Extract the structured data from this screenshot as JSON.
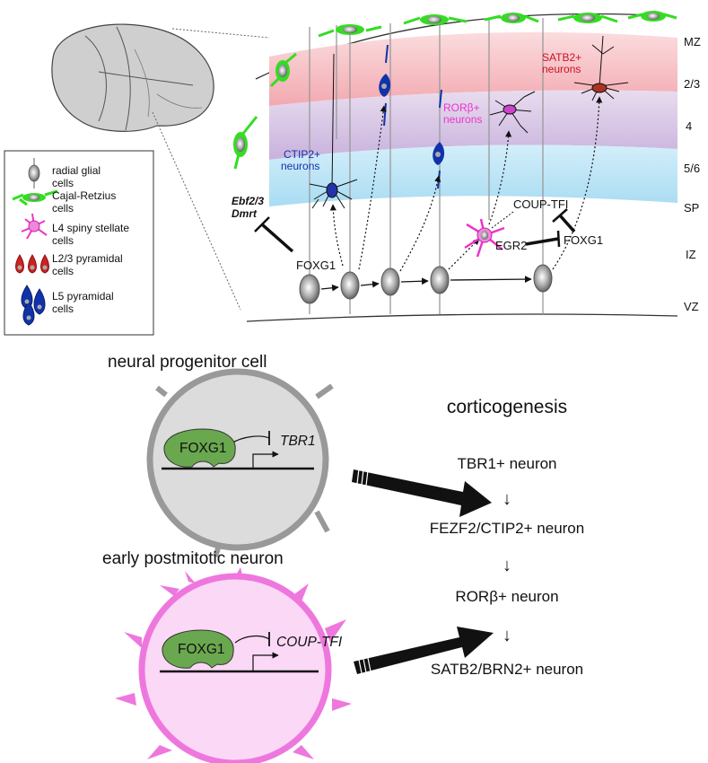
{
  "zones": [
    "MZ",
    "2/3",
    "4",
    "5/6",
    "SP",
    "IZ",
    "VZ"
  ],
  "legend": [
    {
      "l1": "radial glial",
      "l2": "cells"
    },
    {
      "l1": "Cajal-Retzius",
      "l2": "cells"
    },
    {
      "l1": "L4 spiny stellate",
      "l2": "cells"
    },
    {
      "l1": "L2/3 pyramidal",
      "l2": "cells"
    },
    {
      "l1": "L5 pyramidal",
      "l2": "cells"
    }
  ],
  "labels": {
    "satb2_1": "SATB2+",
    "satb2_2": "neurons",
    "ror_1": "RORβ+",
    "ror_2": "neurons",
    "ctip_1": "CTIP2+",
    "ctip_2": "neurons",
    "ebf": "Ebf2/3",
    "dmrt": "Dmrt",
    "foxg1_left": "FOXG1",
    "coup": "COUP-TFI",
    "egr2": "EGR2",
    "foxg1_right": "FOXG1"
  },
  "bottom": {
    "npc_title": "neural progenitor cell",
    "npc_protein": "FOXG1",
    "npc_gene": "TBR1",
    "epn_title": "early postmitotic neuron",
    "epn_protein": "FOXG1",
    "epn_gene": "COUP-TFI",
    "cortico_title": "corticogenesis",
    "steps": [
      "TBR1+ neuron",
      "FEZF2/CTIP2+ neuron",
      "RORβ+ neuron",
      "SATB2/BRN2+ neuron"
    ],
    "step_arrow": "↓"
  },
  "colors": {
    "cr_green": "#33dd22",
    "layer23": "#f6b5bb",
    "layer4": "#d6c2e4",
    "layer56": "#b9e2f4",
    "satb2_red": "#cc1122",
    "ror_magenta": "#ee33cc",
    "ctip_blue": "#1133aa",
    "foxg1_green": "#6aa84f",
    "npc_fill": "#dcdcdc",
    "epn_fill": "#fbd8f6",
    "epn_edge": "#ee77dd"
  }
}
